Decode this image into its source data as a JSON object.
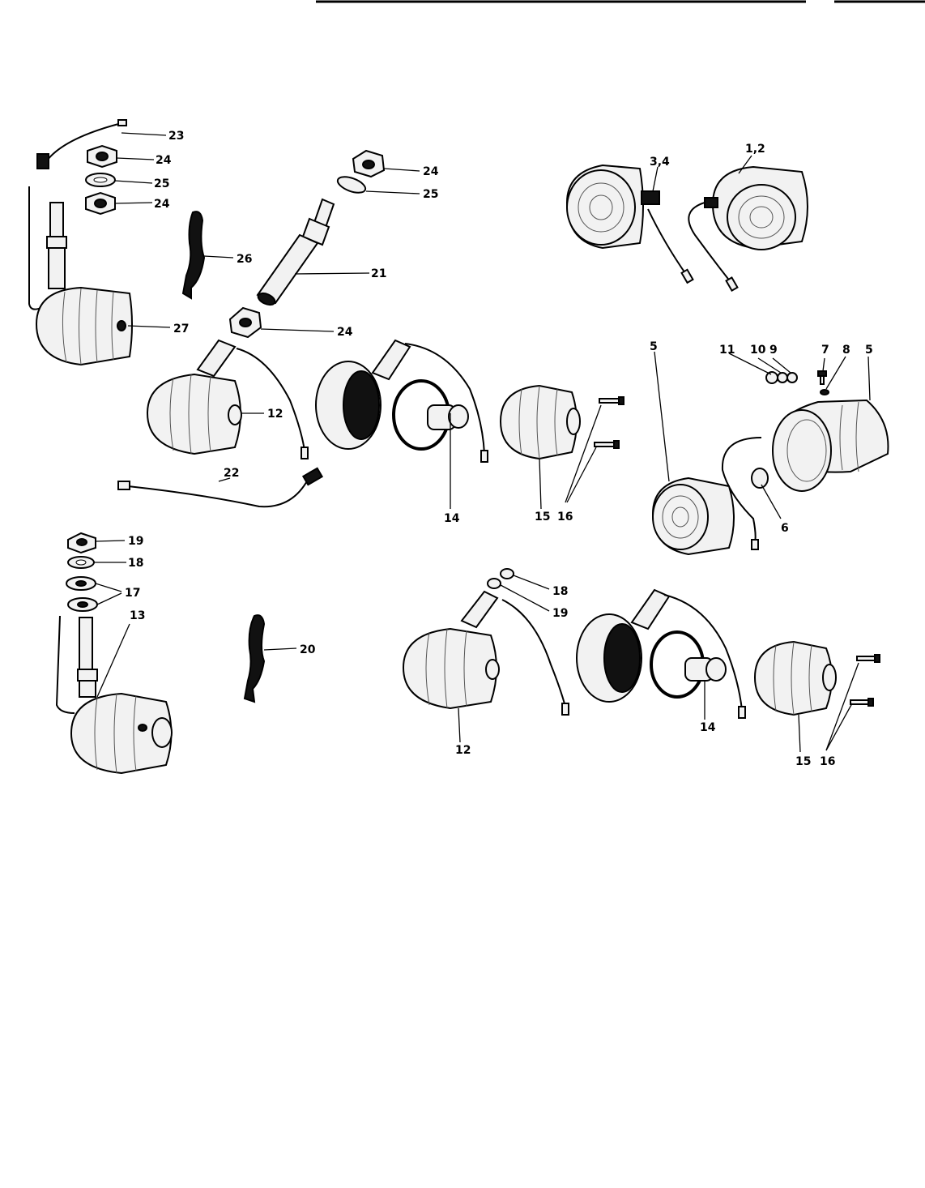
{
  "callouts": {
    "c23": "23",
    "c24a": "24",
    "c25a": "25",
    "c24b": "24",
    "c26": "26",
    "c27": "27",
    "c24c": "24",
    "c25b": "25",
    "c21": "21",
    "c24d": "24",
    "c34": "3,4",
    "c12top": "1,2",
    "c12a": "12",
    "c22": "22",
    "c14a": "14",
    "c15a": "15",
    "c16a": "16",
    "c5a": "5",
    "c11": "11",
    "c10": "10",
    "c9": "9",
    "c7": "7",
    "c8": "8",
    "c5b": "5",
    "c6": "6",
    "c19a": "19",
    "c18a": "18",
    "c17": "17",
    "c13": "13",
    "c20": "20",
    "c18b": "18",
    "c19b": "19",
    "c12b": "12",
    "c14b": "14",
    "c15b": "15",
    "c16b": "16"
  },
  "colors": {
    "ink": "#000000",
    "paper": "#ffffff"
  }
}
